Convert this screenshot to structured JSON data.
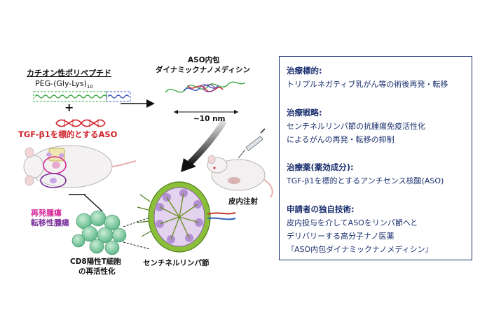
{
  "left": {
    "polypeptide_title": "カチオン性ポリペプチド",
    "peg_label": "PEG-(Gly-Lys)",
    "peg_subscript": "10",
    "plus": "+",
    "aso_label": "TGF-β1を標的とするASO",
    "nanomed_line1": "ASO内包",
    "nanomed_line2": "ダイナミックナノメディシン",
    "size_label": "~10 nm",
    "injection_label": "皮内注射",
    "recurrence_label": "再発腫瘍",
    "metastasis_label": "転移性腫瘍",
    "cd8_line1": "CD8陽性T細胞",
    "cd8_line2": "の再活性化",
    "lymph_label": "センチネルリンパ節"
  },
  "right_panel": {
    "sections": [
      {
        "title": "治療標的:",
        "body": [
          "トリプルネガティブ乳がん等の術後再発・転移"
        ]
      },
      {
        "title": "治療戦略:",
        "body": [
          "センチネルリンパ節の抗腫瘍免疫活性化",
          "によるがんの再発・転移の抑制"
        ]
      },
      {
        "title": "治療薬(薬効成分):",
        "body": [
          "TGF-β1を標的とするアンチセンス核酸(ASO)"
        ]
      },
      {
        "title": "申請者の独自技術:",
        "body": [
          "皮内投与を介してASOをリンパ節へと",
          "デリバリーする高分子ナノ医薬",
          "『ASO内包ダイナミックナノメディシン』"
        ]
      }
    ]
  },
  "colors": {
    "aso_red": "#d0202a",
    "recurrence_magenta": "#d62a9a",
    "metastasis_purple": "#7a2f9a",
    "panel_navy": "#1a2f6e",
    "peg_green": "#3aa845",
    "lys_blue": "#3a55c0"
  }
}
